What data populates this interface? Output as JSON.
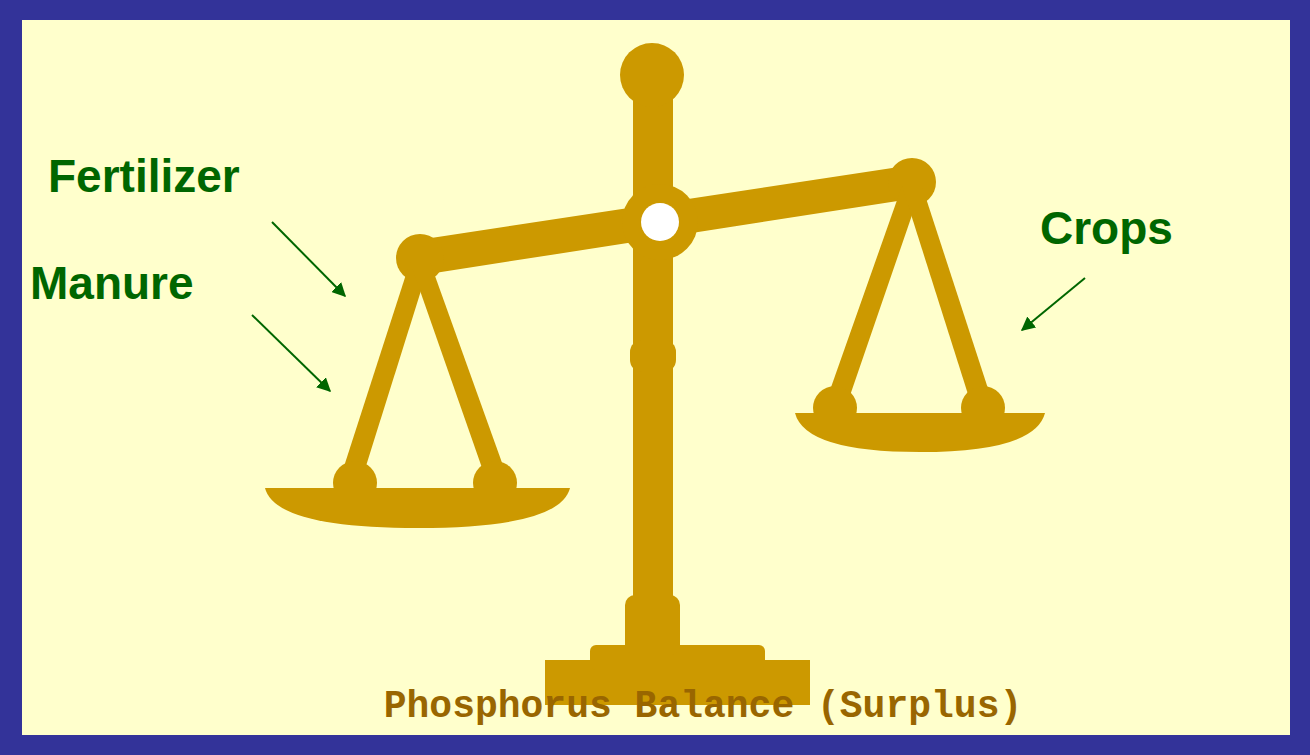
{
  "diagram": {
    "caption": "Phosphorus Balance (Surplus)",
    "labels": [
      "Fertilizer",
      "Manure",
      "Crops"
    ]
  }
}
